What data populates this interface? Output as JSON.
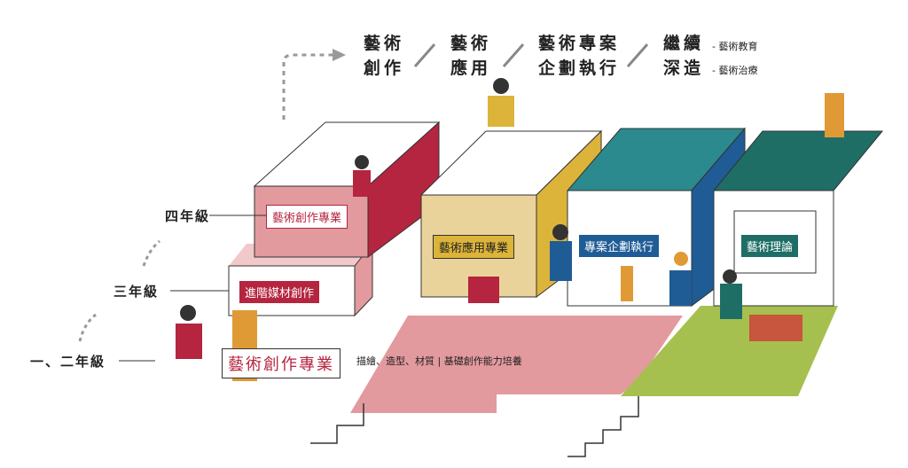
{
  "stages": [
    {
      "line1": "藝術",
      "line2": "創作"
    },
    {
      "line1": "藝術",
      "line2": "應用"
    },
    {
      "line1": "藝術專案",
      "line2": "企劃執行"
    },
    {
      "line1": "繼續",
      "line2": "深造",
      "notes": [
        "- 藝術教育",
        "- 藝術治療"
      ]
    }
  ],
  "grades": {
    "g12": "一、二年級",
    "g3": "三年級",
    "g4": "四年級"
  },
  "blocks": {
    "art_creation": "藝術創作專業",
    "advanced_media": "進階媒材創作",
    "art_creation_4": "藝術創作專業",
    "art_application": "藝術應用專業",
    "project_planning": "專案企劃執行",
    "art_theory": "藝術理論"
  },
  "foundation_note": "描繪、造型、材質 | 基礎創作能力培養",
  "colors": {
    "pink": "#e29a9e",
    "crimson": "#b5253f",
    "mustard": "#dcb43a",
    "blue": "#1f5c95",
    "teal": "#1e6e66",
    "green": "#a6c04f"
  }
}
